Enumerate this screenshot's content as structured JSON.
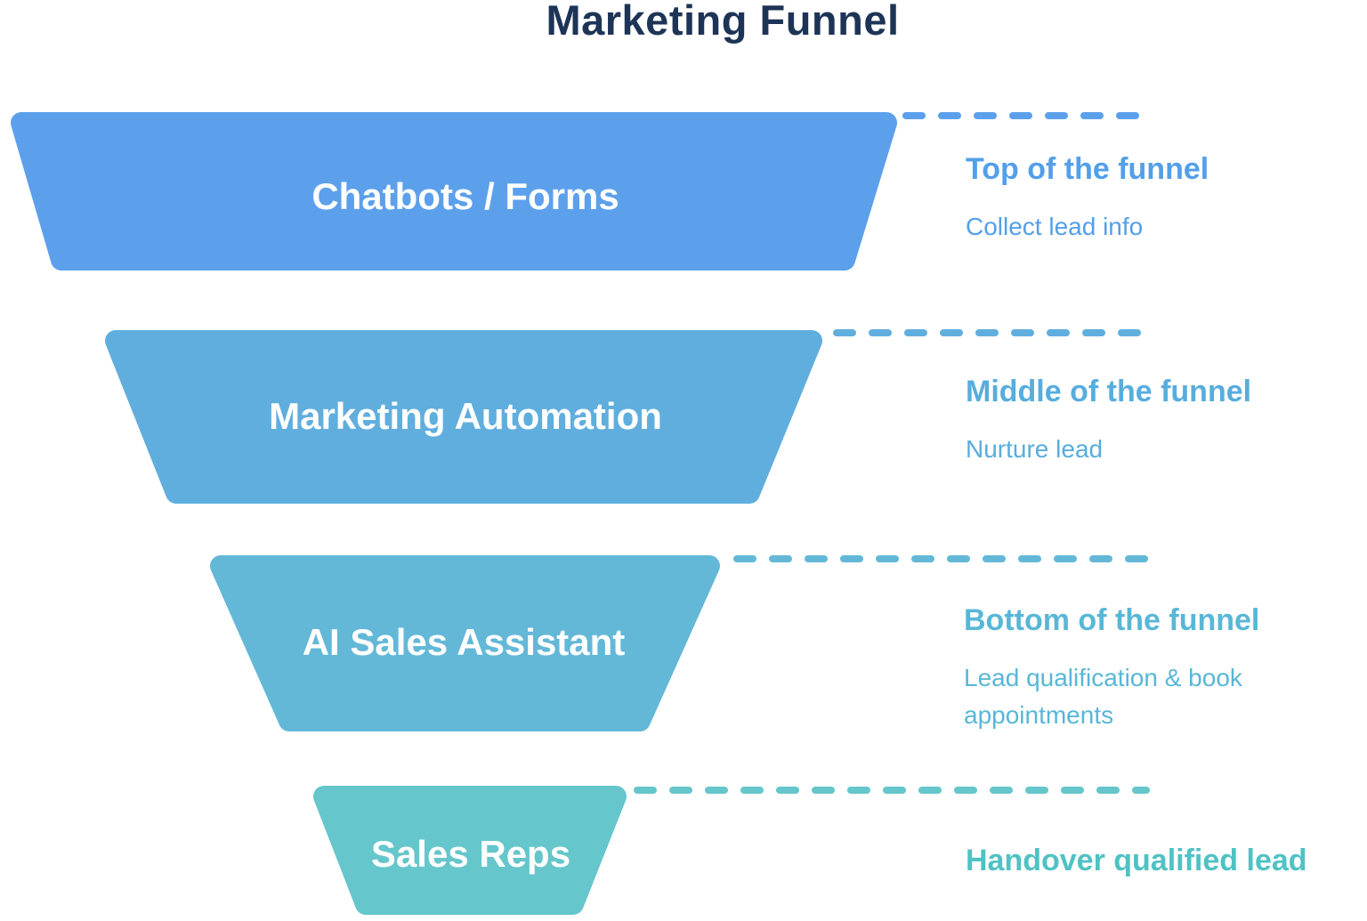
{
  "title": "Marketing Funnel",
  "colors": {
    "title": "#1d3456",
    "stage_text": "#ffffff",
    "background": "#ffffff"
  },
  "funnel": {
    "stages": [
      {
        "label": "Chatbots / Forms",
        "color": "#5ca0ec"
      },
      {
        "label": "Marketing Automation",
        "color": "#60aede"
      },
      {
        "label": "AI Sales Assistant",
        "color": "#63b8d8"
      },
      {
        "label": "Sales Reps",
        "color": "#65c6cb"
      }
    ]
  },
  "annotations": [
    {
      "heading": "Top of the funnel",
      "description": "Collect lead info",
      "color": "#539fe9"
    },
    {
      "heading": "Middle of the funnel",
      "description": "Nurture lead",
      "color": "#57addd"
    },
    {
      "heading": "Bottom of the funnel",
      "description": "Lead qualification & book appointments",
      "color": "#58b7d7"
    },
    {
      "heading": "Handover qualified lead",
      "color": "#4fc2c4"
    }
  ]
}
